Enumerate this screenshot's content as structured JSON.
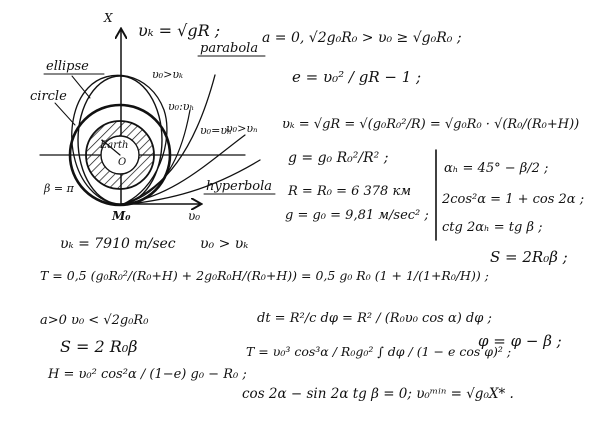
{
  "diagram": {
    "axis_x_label": "X",
    "axis_y_label": "υ₀",
    "origin_label": "M₀",
    "earth_label": "Earth",
    "center_label": "O",
    "beta_label": "β = π",
    "curves": {
      "ellipse": "ellipse",
      "circle": "circle",
      "parabola": "parabola",
      "hyperbola": "hyperbola"
    },
    "speed_labels": {
      "v0_gt_vk": "υ₀>υₖ",
      "v0_vh": "υ₀:υₕ",
      "v0_eq_vh": "υ₀=υₕ",
      "v0_gt_vn": "υ₀>υₙ"
    }
  },
  "formulas": {
    "vk_top": "υₖ = √gR ;",
    "a_condition": "a = 0, √2g₀R₀ > υ₀ ≥ √g₀R₀ ;",
    "e_def": "e = υ₀² / gR − 1 ;",
    "vk_expanded": "υₖ = √gR = √(g₀R₀²/R) = √g₀R₀ · √(R₀/(R₀+H))",
    "g_def": "g = g₀ R₀²/R² ;",
    "R_def": "R = R₀ = 6 378 км",
    "g0_def": "g = g₀ = 9,81 м/sec² ;",
    "alpha_def": "αₕ = 45° − β/2 ;",
    "cos_identity": "2cos²α = 1 + cos 2α ;",
    "ctg_identity": "ctg 2αₕ = tg β ;",
    "vk_value": "υₖ = 7910 m/sec",
    "v0_gt_vk": "υ₀ > υₖ",
    "S_def": "S = 2R₀β ;",
    "T_def": "T = 0,5 (g₀R₀²/(R₀+H) + 2g₀R₀H/(R₀+H)) = 0,5 g₀ R₀ (1 + 1/(1+R₀/H)) ;",
    "a_gt0": "a>0  υ₀ < √2g₀R₀",
    "dt_def": "dt = R²/c dφ = R² / (R₀υ₀ cos α) dφ ;",
    "S_bottom": "S = 2 R₀β",
    "H_def": "H = υ₀² cos²α / (1−e) g₀ − R₀ ;",
    "T_integral": "T = υ₀³ cos³α / R₀g₀² ∫ dφ / (1 − e cos φ)² ;",
    "phi_def": "φ = φ − β ;",
    "cos_eq": "cos 2α − sin 2α tg β = 0; υ₀ᵐⁱⁿ = √g₀X* ."
  }
}
